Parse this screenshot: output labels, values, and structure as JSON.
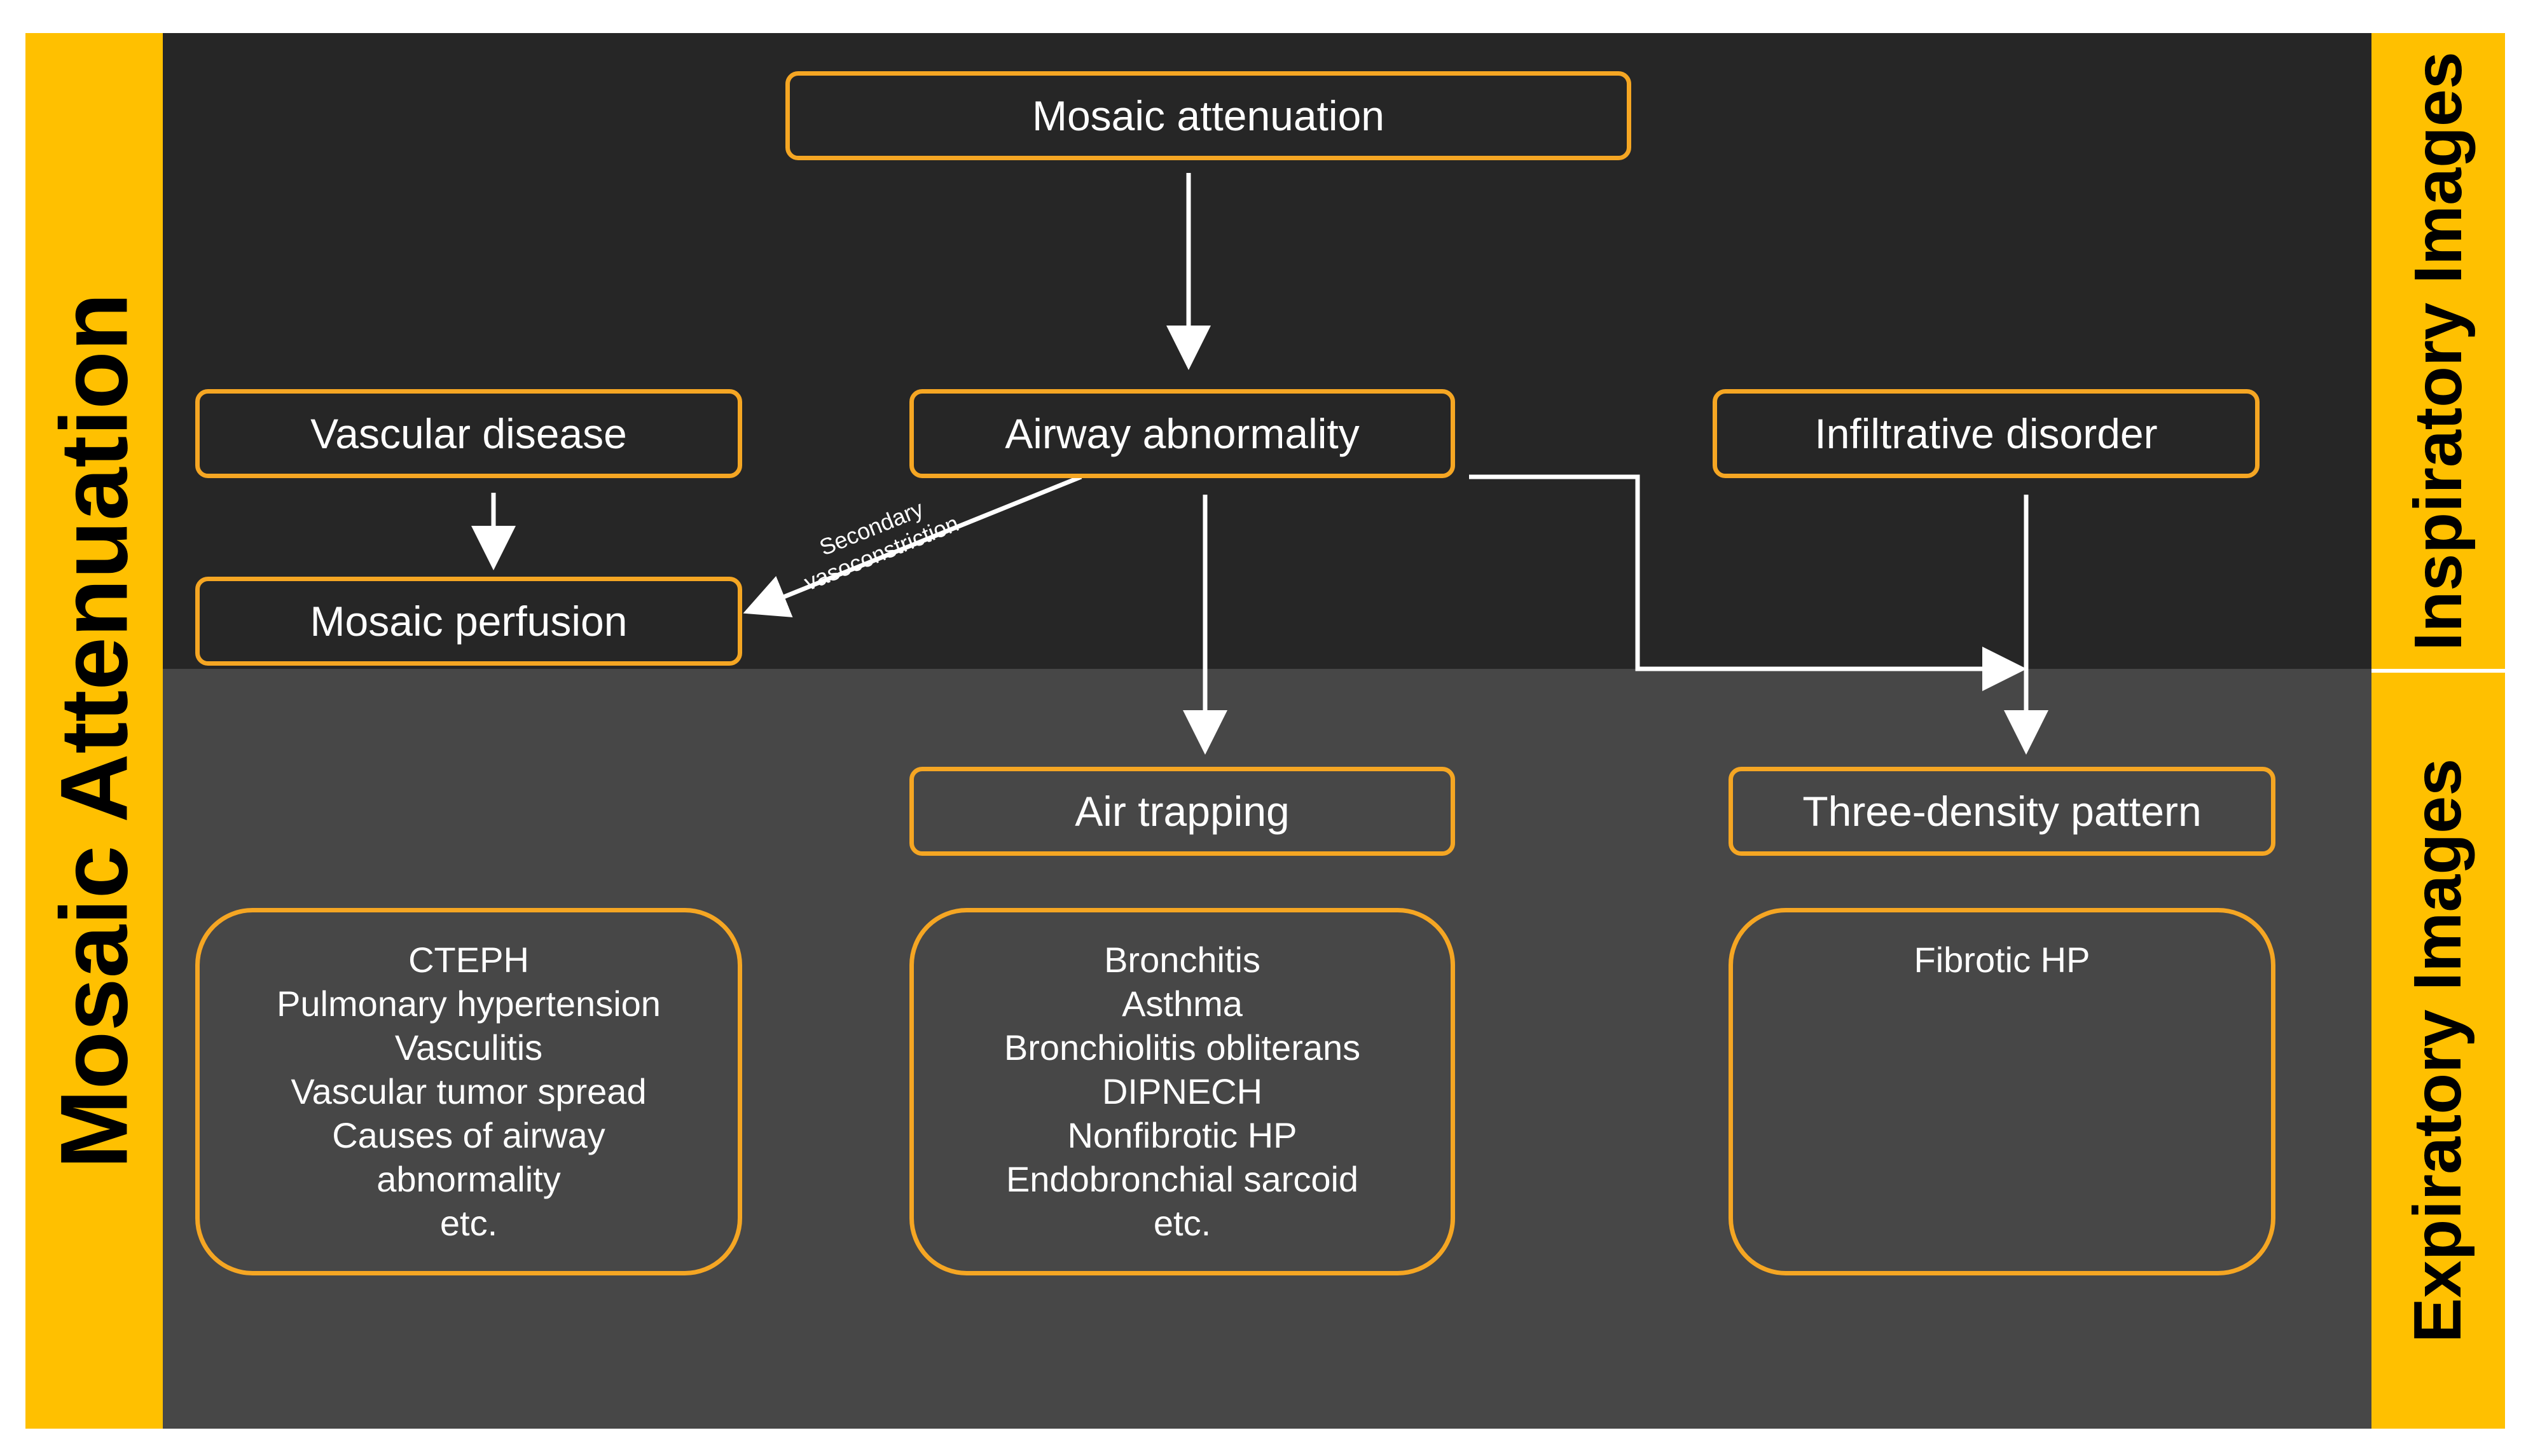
{
  "side_labels": {
    "left": "Mosaic Attenuation",
    "right_top": "Inspiratory Images",
    "right_bottom": "Expiratory Images"
  },
  "nodes": {
    "mosaic_attenuation": "Mosaic attenuation",
    "vascular_disease": "Vascular disease",
    "airway_abnormality": "Airway abnormality",
    "infiltrative_disorder": "Infiltrative disorder",
    "mosaic_perfusion": "Mosaic perfusion",
    "air_trapping": "Air trapping",
    "three_density_pattern": "Three-density pattern"
  },
  "edge_labels": {
    "secondary": "Secondary",
    "vasoconstriction": "vasoconstriction"
  },
  "details": {
    "vascular": [
      "CTEPH",
      "Pulmonary hypertension",
      "Vasculitis",
      "Vascular tumor spread",
      "Causes of airway",
      "abnormality",
      "etc."
    ],
    "airway": [
      "Bronchitis",
      "Asthma",
      "Bronchiolitis obliterans",
      "DIPNECH",
      "Nonfibrotic HP",
      "Endobronchial sarcoid",
      "etc."
    ],
    "infiltrative": [
      "Fibrotic HP"
    ]
  },
  "colors": {
    "accent": "#f5a623",
    "band": "#ffc000",
    "top_background": "#262626",
    "bottom_background": "#474747",
    "text": "#ffffff"
  }
}
